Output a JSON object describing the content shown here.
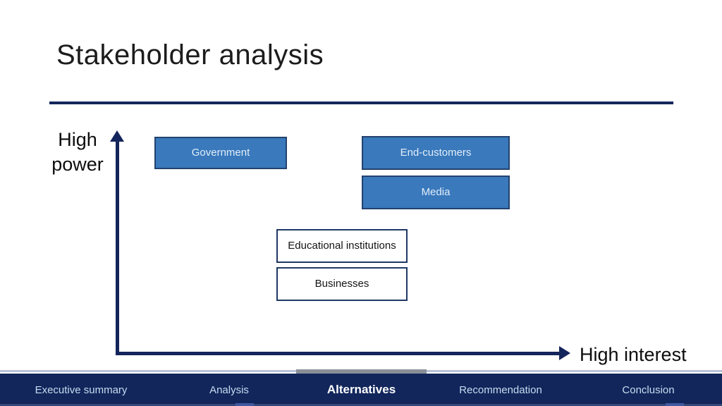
{
  "slide": {
    "title": "Stakeholder analysis"
  },
  "diagram": {
    "type": "power-interest-matrix",
    "y_axis_label": "High\npower",
    "x_axis_label": "High interest",
    "boxes": [
      {
        "label": "Government",
        "style": "filled",
        "power": "high",
        "interest": "low"
      },
      {
        "label": "End-customers",
        "style": "filled",
        "power": "high",
        "interest": "high"
      },
      {
        "label": "Media",
        "style": "filled",
        "power": "high",
        "interest": "high"
      },
      {
        "label": "Educational institutions",
        "style": "outline",
        "power": "medium",
        "interest": "medium"
      },
      {
        "label": "Businesses",
        "style": "outline",
        "power": "medium",
        "interest": "medium"
      }
    ]
  },
  "footer": {
    "items": [
      {
        "label": "Executive summary",
        "active": false
      },
      {
        "label": "Analysis",
        "active": false
      },
      {
        "label": "Alternatives",
        "active": true
      },
      {
        "label": "Recommendation",
        "active": false
      },
      {
        "label": "Conclusion",
        "active": false
      }
    ]
  },
  "colors": {
    "accent_navy": "#14265c",
    "box_fill_blue": "#3979bc",
    "box_border_dark": "#24426f",
    "outline_box_border": "#1f3864",
    "footer_background": "#12265c",
    "footer_text": "#c9dcf0",
    "footer_active_text": "#ffffff",
    "active_tab_indicator": "#8a8f98",
    "footer_top_line": "#b6c2d8"
  }
}
